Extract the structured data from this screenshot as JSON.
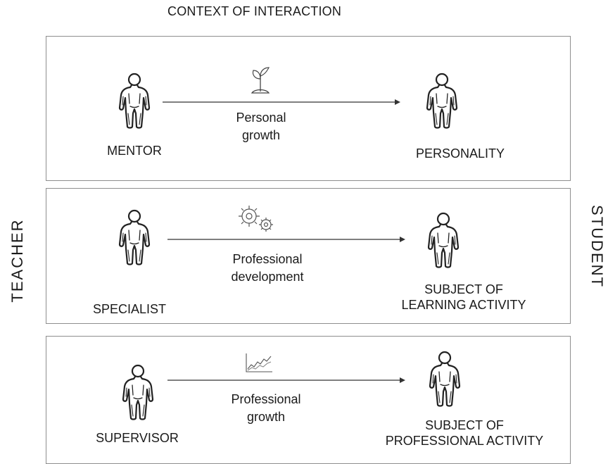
{
  "header": "CONTEXT OF INTERACTION",
  "teacher_label": "TEACHER",
  "student_label": "STUDENT",
  "rows": [
    {
      "left_role": "MENTOR",
      "mid_line1": "Personal",
      "mid_line2": "growth",
      "right_line1": "PERSONALITY",
      "right_line2": "",
      "icon": "sprout-icon"
    },
    {
      "left_role": "SPECIALIST",
      "mid_line1": "Professional",
      "mid_line2": "development",
      "right_line1": "SUBJECT OF",
      "right_line2": "LEARNING ACTIVITY",
      "icon": "gears-icon"
    },
    {
      "left_role": "SUPERVISOR",
      "mid_line1": "Professional",
      "mid_line2": "growth",
      "right_line1": "SUBJECT OF",
      "right_line2": "PROFESSIONAL ACTIVITY",
      "icon": "growth-chart-icon"
    }
  ],
  "colors": {
    "border": "#8e8e8e",
    "ink": "#1a1a1a"
  }
}
